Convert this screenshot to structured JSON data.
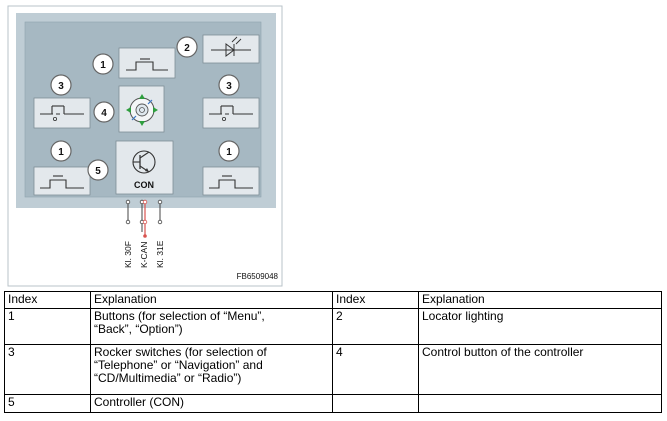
{
  "diagram": {
    "callouts": [
      "1",
      "2",
      "3",
      "3",
      "4",
      "1",
      "5",
      "1"
    ],
    "controller_label": "CON",
    "wire_labels": [
      "Kl. 30F",
      "K-CAN",
      "Kl. 31E"
    ],
    "figure_id": "FB6509048",
    "colors": {
      "panel_outer": "#bfcdd5",
      "panel_inner": "#a6b8c2",
      "module_fill": "#e3e8ec",
      "accent_red": "#d9534f",
      "arrow_green": "#2e9e3e",
      "arrow_blue": "#3a78c8"
    }
  },
  "legend": {
    "headers": [
      "Index",
      "Explanation",
      "Index",
      "Explanation"
    ],
    "rows": [
      {
        "idx1": "1",
        "text1": [
          "Buttons (for selection of “Menu”,",
          "“Back”, “Option”)"
        ],
        "idx2": "2",
        "text2": [
          "Locator lighting"
        ]
      },
      {
        "idx1": "3",
        "text1": [
          "Rocker switches (for selection of",
          "“Telephone” or “Navigation” and",
          "“CD/Multimedia” or “Radio”)"
        ],
        "idx2": "4",
        "text2": [
          "Control button of the controller"
        ]
      },
      {
        "idx1": "5",
        "text1": [
          "Controller (CON)"
        ],
        "idx2": "",
        "text2": [
          ""
        ]
      }
    ]
  }
}
